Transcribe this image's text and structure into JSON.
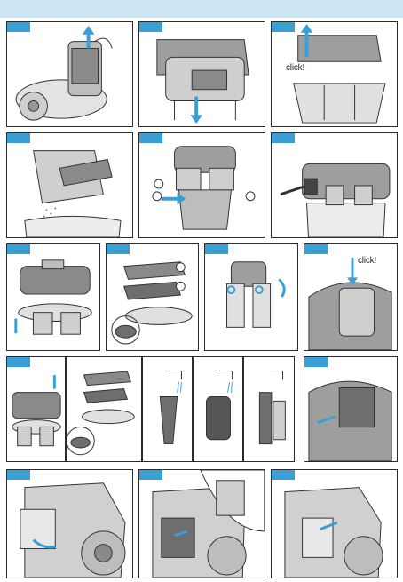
{
  "page": {
    "header_color": "#cde6f3",
    "tab_color": "#3a9fd5",
    "arrow_color": "#3a9fd5"
  },
  "panels": [
    {
      "id": "p1",
      "icon": "vacuum-lift-container-icon"
    },
    {
      "id": "p2",
      "icon": "open-container-lid-icon"
    },
    {
      "id": "p3",
      "icon": "close-lid-icon",
      "label": "click!"
    },
    {
      "id": "p4",
      "icon": "empty-dust-icon"
    },
    {
      "id": "p5",
      "icon": "detach-filter-unit-icon"
    },
    {
      "id": "p6",
      "icon": "brush-clean-icon"
    },
    {
      "id": "p7",
      "icon": "filter-unit-icon"
    },
    {
      "id": "p8",
      "icon": "filter-disassembly-icon"
    },
    {
      "id": "p9",
      "icon": "reassemble-icon"
    },
    {
      "id": "p10",
      "icon": "insert-container-icon",
      "label": "click!"
    },
    {
      "id": "p11",
      "icon": "filter-remove-icon"
    },
    {
      "id": "p12",
      "icon": "filter-parts-icon"
    },
    {
      "id": "p13",
      "icon": "rinse-filter-icon"
    },
    {
      "id": "p14",
      "icon": "rinse-sponge-icon"
    },
    {
      "id": "p15",
      "icon": "rinse-cyclone-icon"
    },
    {
      "id": "p16",
      "icon": "motor-filter-icon"
    },
    {
      "id": "p17",
      "icon": "exhaust-grille-icon"
    },
    {
      "id": "p18",
      "icon": "exhaust-filter-icon"
    },
    {
      "id": "p19",
      "icon": "insert-exhaust-filter-icon"
    }
  ]
}
